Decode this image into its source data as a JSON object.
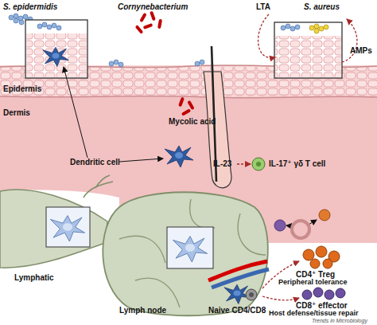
{
  "diagram": {
    "nodes": [
      {
        "text": [
          "Epidermis"
        ]
      },
      {
        "text": [
          "Dermis"
        ]
      }
    ],
    "labels": [
      "S. epidermidis",
      "Cornynebacterium",
      "LTA",
      "S. aureus",
      "AMPs",
      "Mycolic acid",
      "Dendritic cell",
      "IL-23",
      "IL-17⁺ γδ T cell",
      "Lymphatic",
      "Lymph node",
      "Naive CD4/CD8",
      "CD4⁺ Treg",
      "Peripheral tolerance",
      "CD8⁺ effector",
      "Host defense/tissue repair",
      "Trends in Microbiology"
    ]
  }
}
